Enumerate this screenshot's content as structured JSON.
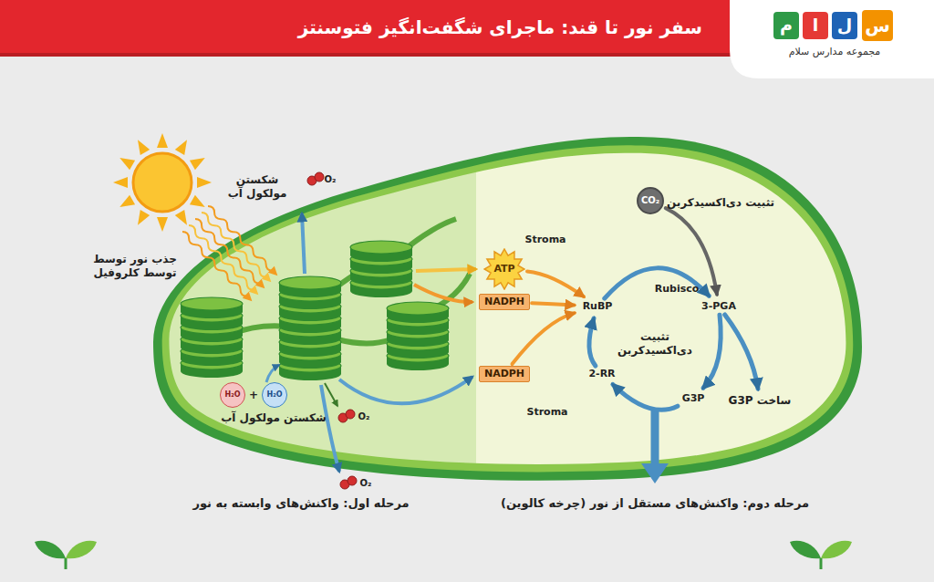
{
  "diagram": {
    "title": "سفر نور تا قند: ماجرای شگفت‌انگیز فتوسنتز",
    "nodes": [
      {
        "text": [
          "س"
        ]
      },
      {
        "text": [
          "ل"
        ]
      },
      {
        "text": [
          "ا"
        ]
      },
      {
        "text": [
          "م"
        ]
      },
      {
        "text": [
          "H₂O"
        ]
      },
      {
        "text": [
          "H₂O"
        ]
      },
      {
        "text": [
          "ATP"
        ]
      },
      {
        "text": [
          "NADPH"
        ]
      },
      {
        "text": [
          "NADPH"
        ]
      },
      {
        "text": [
          "CO₂"
        ]
      },
      {
        "text": [
          "RuBP"
        ]
      },
      {
        "text": [
          "3-PGA"
        ]
      },
      {
        "text": [
          "G3P"
        ]
      },
      {
        "text": [
          "ساخت G3P"
        ]
      },
      {
        "text": [
          "2-RR"
        ]
      }
    ],
    "edges": [
      {
        "from": 6,
        "to": 10,
        "arrow": "to"
      },
      {
        "from": 7,
        "to": 10,
        "arrow": "to"
      },
      {
        "from": 8,
        "to": 10,
        "arrow": "to"
      },
      {
        "from": 9,
        "to": 11,
        "arrow": "to"
      },
      {
        "from": 10,
        "to": 11,
        "arrow": "to"
      },
      {
        "from": 11,
        "to": 12,
        "arrow": "to"
      },
      {
        "from": 11,
        "to": 13,
        "arrow": "to"
      },
      {
        "from": 12,
        "to": 14,
        "arrow": "to"
      },
      {
        "from": 14,
        "to": 10,
        "arrow": "to"
      }
    ],
    "labels": [
      "مجموعه مدارس سلام",
      "جذب نور توسط توسط کلروفیل",
      "شکستن مولکول آب",
      "O₂",
      "+",
      "شکستن مولکول آب",
      "O₂",
      "O₂",
      "Stroma",
      "Stroma",
      "تثبیت دی‌اکسیدکربن",
      "Rubisco",
      "تثبیت دی‌اکسیدکربن",
      "مرحله اول: واکنش‌های وابسته به نور",
      "مرحله دوم: واکنش‌های مستقل از نور (چرخه کالوین)"
    ]
  }
}
